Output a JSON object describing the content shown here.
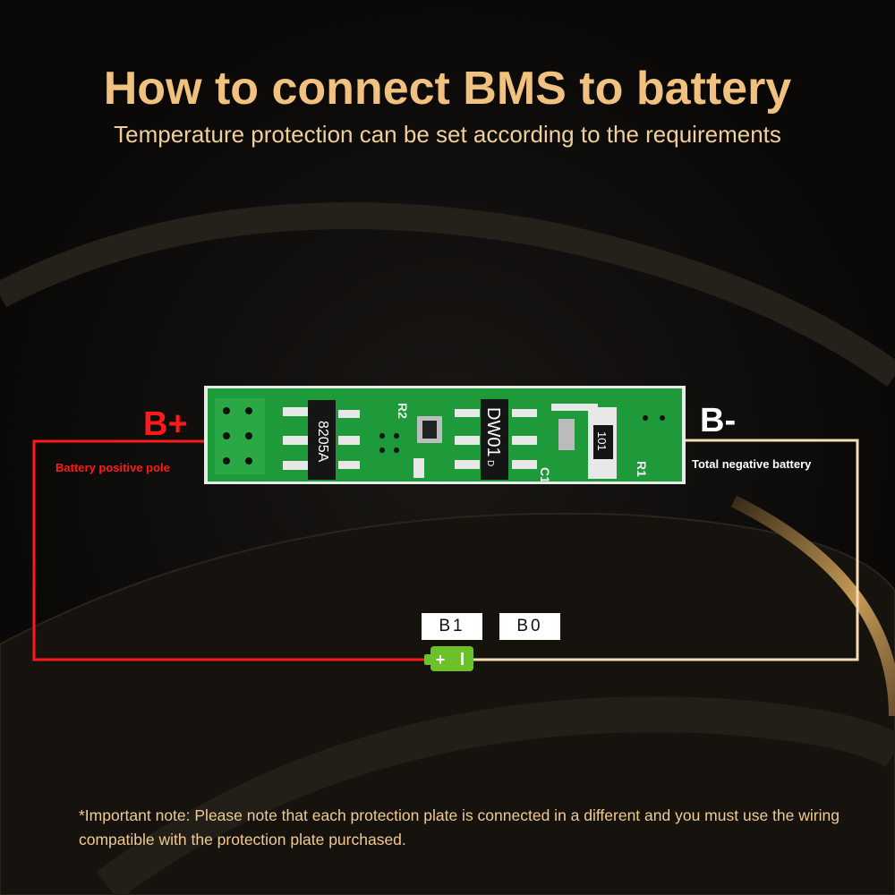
{
  "header": {
    "title": "How to connect BMS to battery",
    "subtitle": "Temperature protection can be set according to the requirements"
  },
  "board": {
    "chip1": "8205A",
    "chip2": "DW01",
    "chip2_suffix": "D",
    "resistor": "101",
    "silk_r2": "R2",
    "silk_r1": "R1",
    "silk_c": "C1"
  },
  "labels": {
    "b_plus": "B+",
    "b_minus": "B-",
    "positive": "Battery positive pole",
    "negative": "Total negative battery",
    "b1": "B1",
    "b0": "B0"
  },
  "battery": {
    "plus": "+",
    "minus": "I"
  },
  "note": "*Important note: Please note that each protection plate is connected in a different and you must use the wiring compatible with the protection plate purchased.",
  "colors": {
    "title": "#f1c27f",
    "positive_wire": "#ff1a1a",
    "negative_wire": "#f5dcb4",
    "pcb": "#1f9a3a",
    "battery": "#6cc12a"
  }
}
